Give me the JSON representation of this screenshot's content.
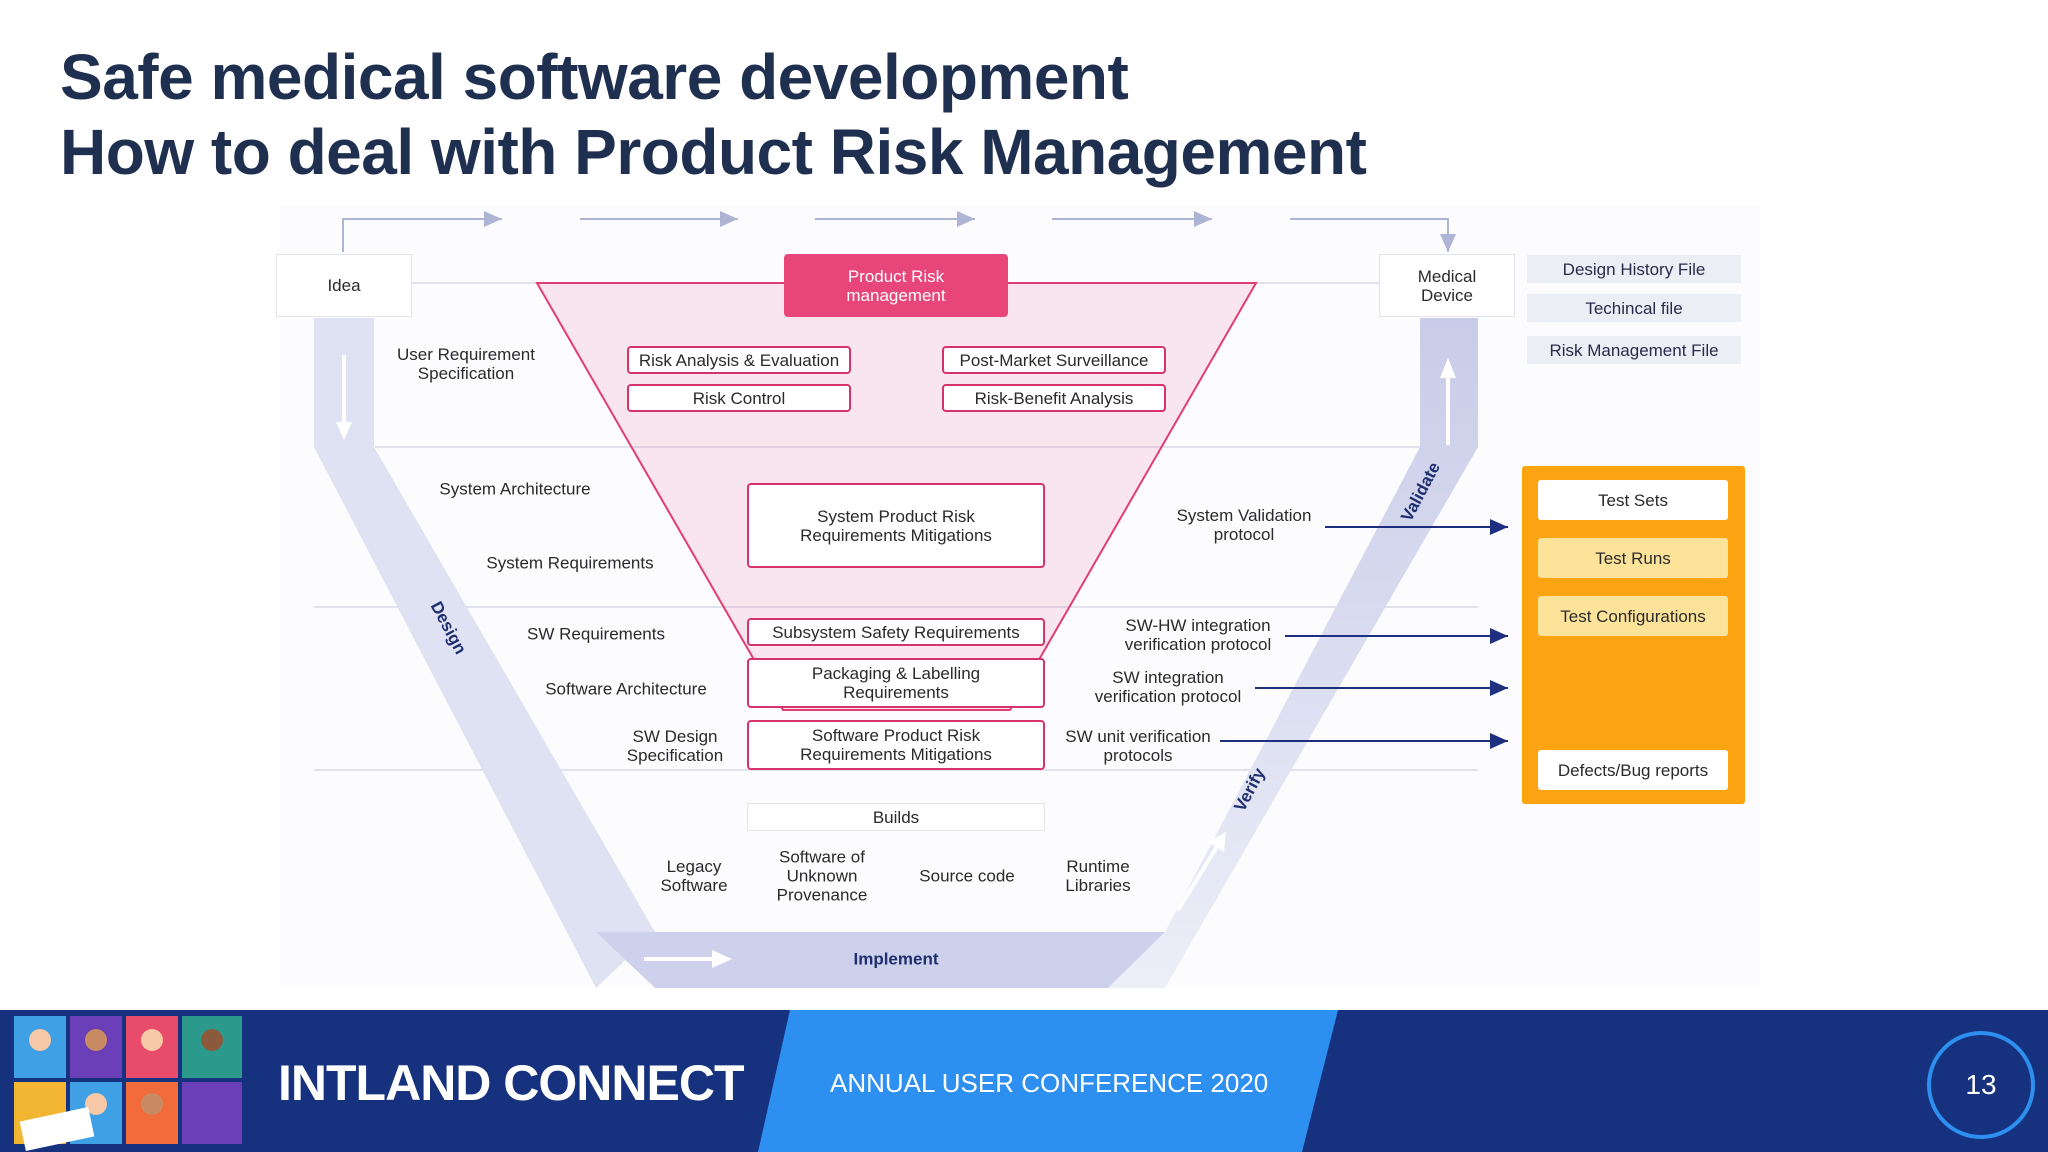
{
  "title": {
    "line1": "Safe medical software development",
    "line2": "How to deal with Product Risk Management"
  },
  "diagram": {
    "start": "Idea",
    "end": "Medical Device",
    "risk_header": "Product Risk management",
    "risk_items": [
      "Risk Analysis & Evaluation",
      "Risk Control",
      "Post-Market Surveillance",
      "Risk-Benefit Analysis"
    ],
    "mitigation_boxes": [
      "System Product Risk Requirements Mitigations",
      "Subsystem Safety Requirements",
      "Packaging & Labelling Requirements",
      "Software Product Risk Requirements Mitigations"
    ],
    "left_labels": [
      "User Requirement Specification",
      "System Architecture",
      "System Requirements",
      "SW Requirements",
      "Software Architecture",
      "SW Design Specification"
    ],
    "right_labels": [
      "System Validation protocol",
      "SW-HW integration verification protocol",
      "SW integration verification protocol",
      "SW unit verification protocols"
    ],
    "builds": "Builds",
    "sources": [
      "Legacy Software",
      "Software of Unknown Provenance",
      "Source code",
      "Runtime Libraries"
    ],
    "phases": {
      "design": "Design",
      "implement": "Implement",
      "verify": "Verify",
      "validate": "Validate"
    },
    "documents": [
      "Design History File",
      "Techincal file",
      "Risk Management File"
    ],
    "tests": [
      "Test Sets",
      "Test Runs",
      "Test Configurations",
      "Defects/Bug reports"
    ]
  },
  "colors": {
    "title": "#1f2f4f",
    "risk_pink": "#e8457a",
    "risk_border": "#d6336c",
    "v_band": "#d5d8ee",
    "test_panel": "#fca311",
    "footer_blue": "#16327f",
    "footer_light": "#2d8ff0"
  },
  "footer": {
    "brand": "INTLAND CONNECT",
    "event": "ANNUAL USER CONFERENCE 2020",
    "page": "13"
  }
}
